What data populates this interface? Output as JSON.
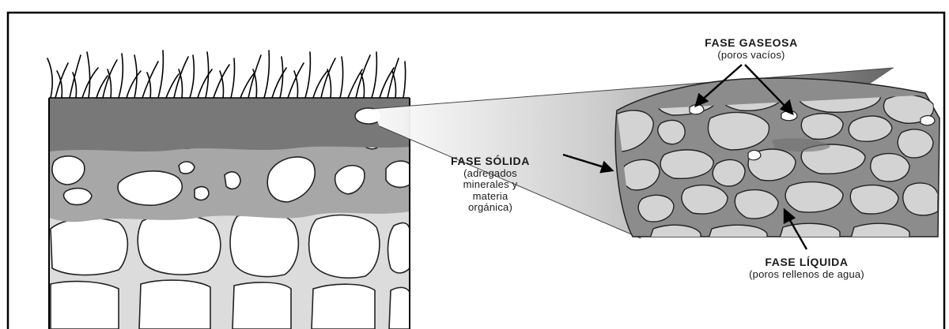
{
  "diagram": {
    "labels": {
      "gas_phase": {
        "title": "FASE GASEOSA",
        "subtitle": "(poros vacíos)"
      },
      "solid_phase": {
        "title": "FASE SÓLIDA",
        "lines": [
          "(adregados",
          "minerales y",
          "materia",
          "orgánica)"
        ]
      },
      "liquid_phase": {
        "title": "FASE LÍQUIDA",
        "subtitle": "(poros rellenos de agua)"
      }
    },
    "colors": {
      "frame": "#000000",
      "topsoil": "#7a7a7a",
      "subsoil": "#a9a9a9",
      "bedrock_fill": "#d9d9d9",
      "aggregate": "#d3d3d3",
      "pore_water": "#8f8f8f",
      "void": "#ffffff"
    },
    "icons": [
      "grass-icon",
      "arrow-icon"
    ]
  }
}
